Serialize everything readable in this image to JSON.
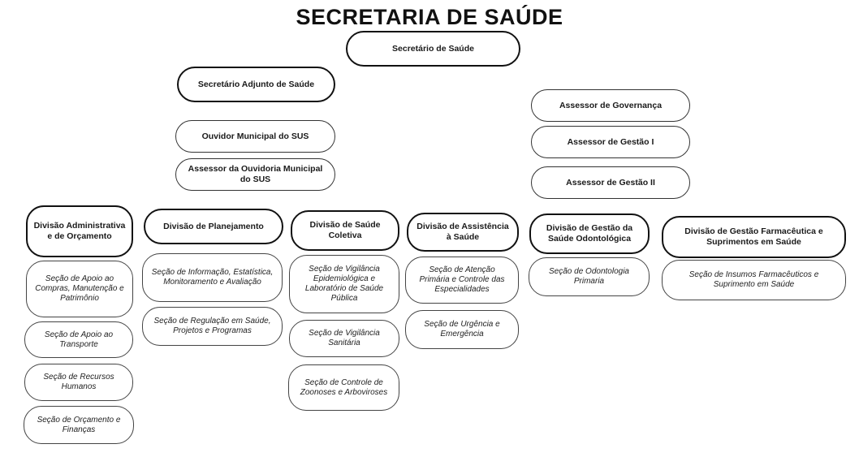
{
  "title": "SECRETARIA DE SAÚDE",
  "secretario": "Secretário de Saúde",
  "adjunto": "Secretário Adjunto de Saúde",
  "ouvidor": "Ouvidor Municipal do SUS",
  "assessor_ouvidoria": "Assessor da Ouvidoria Municipal do SUS",
  "assessores": [
    "Assessor de Governança",
    "Assessor de Gestão I",
    "Assessor de Gestão II"
  ],
  "divisoes": [
    {
      "nome": "Divisão Administrativa e de Orçamento",
      "secoes": [
        "Seção de Apoio ao Compras, Manutenção e Patrimônio",
        "Seção de Apoio ao Transporte",
        "Seção de Recursos Humanos",
        "Seção de Orçamento e Finanças"
      ]
    },
    {
      "nome": "Divisão de Planejamento",
      "secoes": [
        "Seção de Informação, Estatística, Monitoramento e Avaliação",
        "Seção de Regulação em Saúde, Projetos e Programas"
      ]
    },
    {
      "nome": "Divisão de Saúde Coletiva",
      "secoes": [
        "Seção de Vigilância Epidemiológica e Laboratório de Saúde Pública",
        "Seção de Vigilância Sanitária",
        "Seção de Controle de Zoonoses e Arboviroses"
      ]
    },
    {
      "nome": "Divisão de Assistência à Saúde",
      "secoes": [
        "Seção de Atenção Primária e Controle das Especialidades",
        "Seção de Urgência e Emergência"
      ]
    },
    {
      "nome": "Divisão de Gestão da Saúde Odontológica",
      "secoes": [
        "Seção de Odontologia Primaria"
      ]
    },
    {
      "nome": "Divisão de Gestão Farmacêutica e Suprimentos em Saúde",
      "secoes": [
        "Seção de Insumos Farmacêuticos e Suprimento em Saúde"
      ]
    }
  ]
}
